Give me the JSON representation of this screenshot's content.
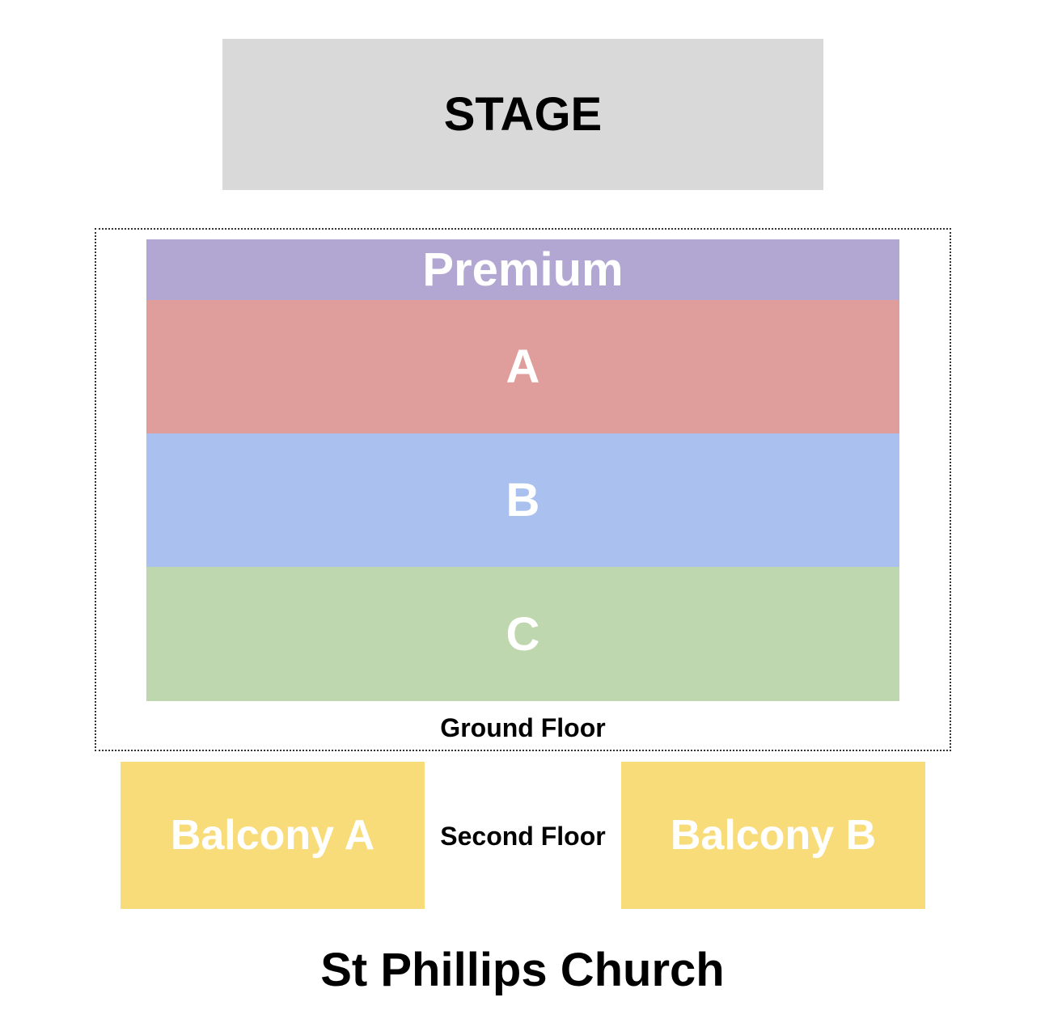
{
  "stage": {
    "label": "STAGE",
    "color": "#d9d9d9"
  },
  "ground_floor": {
    "label": "Ground Floor",
    "sections": [
      {
        "label": "Premium",
        "color": "#b2a7d2"
      },
      {
        "label": "A",
        "color": "#df9d9c"
      },
      {
        "label": "B",
        "color": "#aac0ee"
      },
      {
        "label": "C",
        "color": "#bfd7ae"
      }
    ]
  },
  "second_floor": {
    "label": "Second Floor",
    "balconies": [
      {
        "label": "Balcony A",
        "color": "#f8dc7a"
      },
      {
        "label": "Balcony B",
        "color": "#f8dc7a"
      }
    ]
  },
  "venue": {
    "title": "St Phillips Church"
  }
}
